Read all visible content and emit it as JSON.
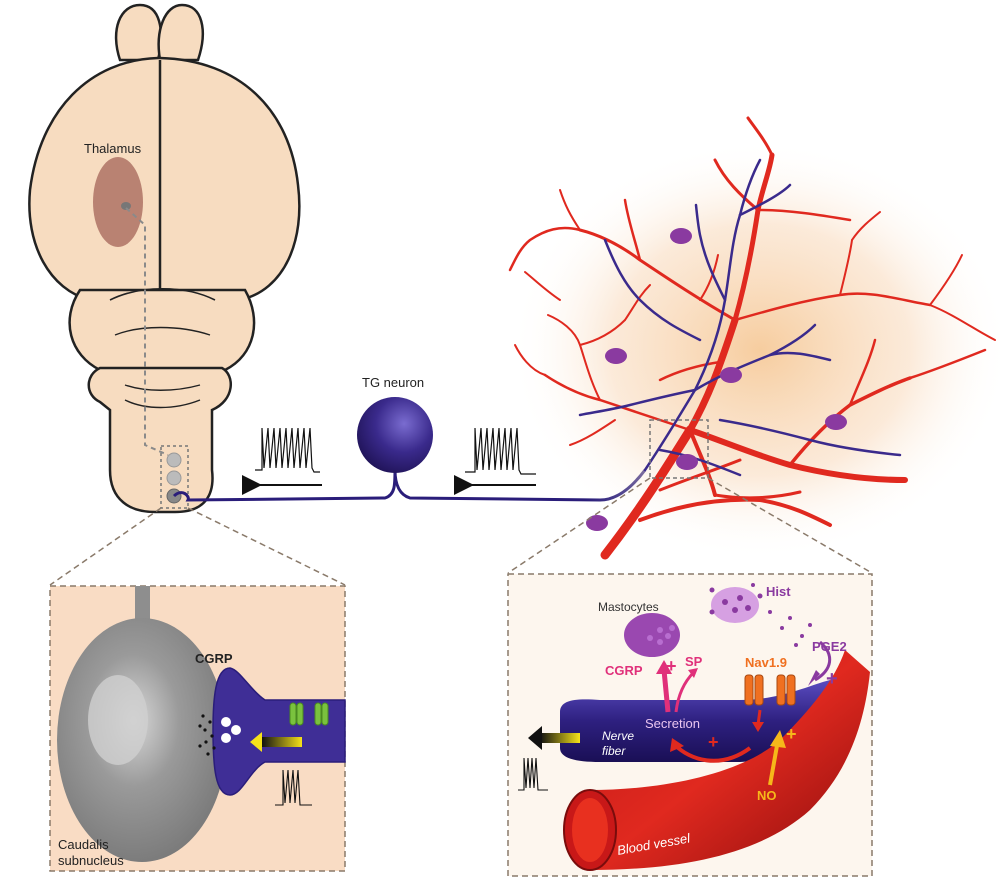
{
  "labels": {
    "thalamus": "Thalamus",
    "tg_neuron": "TG neuron",
    "cgrp_left": "CGRP",
    "caudalis_line1": "Caudalis",
    "caudalis_line2": "subnucleus",
    "mastocytes": "Mastocytes",
    "hist": "Hist",
    "pge2": "PGE2",
    "cgrp_right": "CGRP",
    "sp": "SP",
    "nav19": "Nav1.9",
    "secretion": "Secretion",
    "nerve_line1": "Nerve",
    "nerve_line2": "fiber",
    "no": "NO",
    "blood_vessel": "Blood vessel",
    "plus": "+"
  },
  "colors": {
    "brain_fill": "#f7dcc0",
    "thalamus_fill": "#b98272",
    "inset_bg": "#f9dcc4",
    "neuron": "#3a2a8c",
    "vessel_red": "#e0291f",
    "mast_purple": "#8a3aa0",
    "cgrp_pink": "#e0307a",
    "nav_orange": "#f07020",
    "no_yellow": "#f6b81a",
    "channel_green": "#7ac23e"
  }
}
